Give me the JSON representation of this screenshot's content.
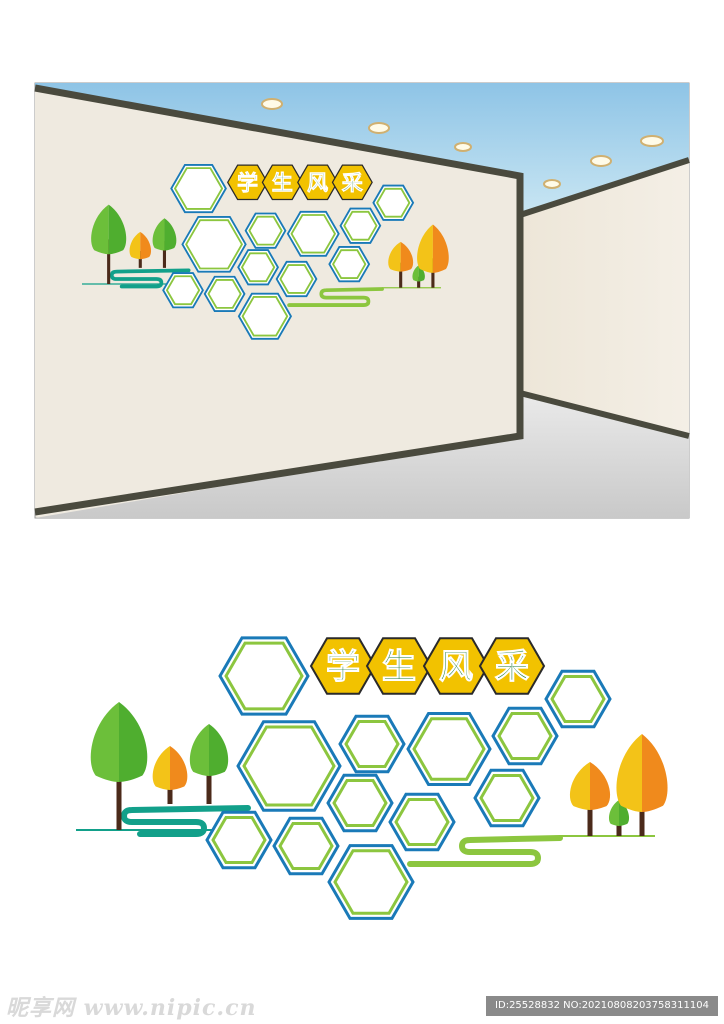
{
  "board_title_chars": [
    "学",
    "生",
    "风",
    "采"
  ],
  "watermark": {
    "site": "昵享网 www.nipic.cn",
    "id_text": "ID:25528832 NO:20210808203758311104"
  },
  "colors": {
    "hex_blue": "#1a7ab8",
    "hex_green": "#8cc63f",
    "title_fill": "#f2c200",
    "title_text": "#1e7a3a",
    "wall": "#efeae0",
    "ceiling": "#9fd0e8",
    "frame": "#4a4a3e",
    "tree_green": "#6cbf3a",
    "tree_yellow": "#f3c318",
    "tree_orange": "#f08a1c",
    "trunk": "#4b2a1a",
    "ribbon_teal": "#12a08a",
    "ribbon_green": "#8cc63f"
  }
}
